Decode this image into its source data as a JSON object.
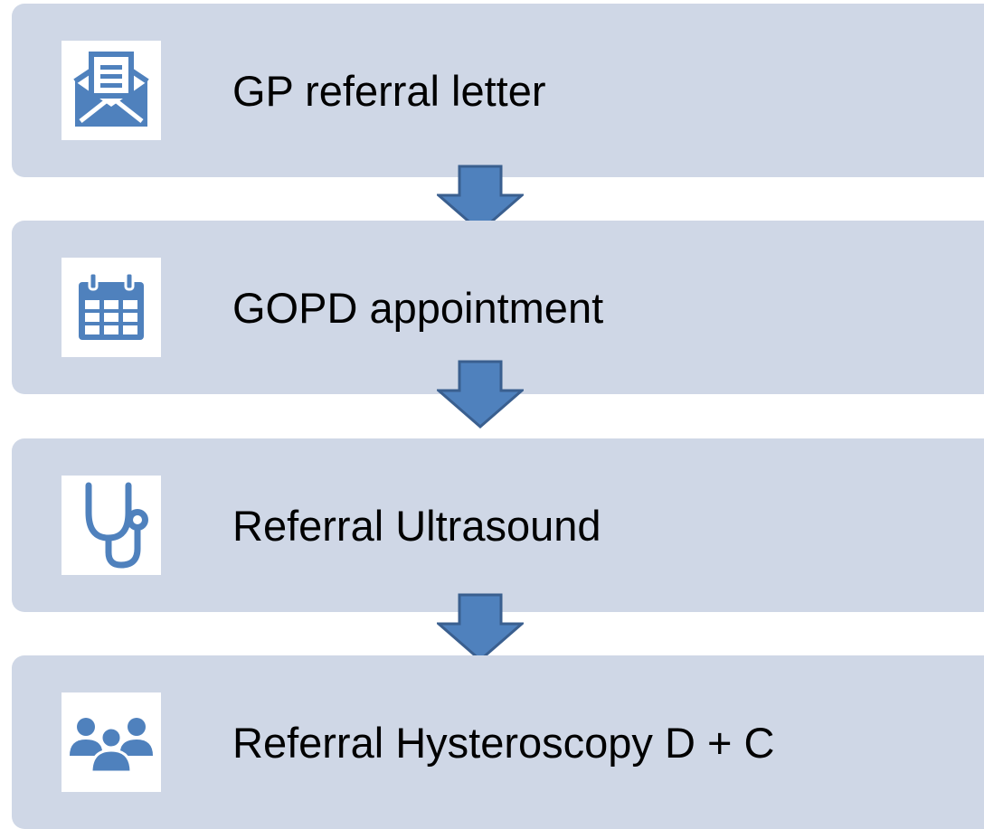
{
  "steps": [
    {
      "label": "GP referral letter",
      "icon": "envelope-letter-icon"
    },
    {
      "label": "GOPD appointment",
      "icon": "calendar-icon"
    },
    {
      "label": "Referral Ultrasound",
      "icon": "stethoscope-icon"
    },
    {
      "label": "Referral Hysteroscopy D + C",
      "icon": "group-icon"
    }
  ],
  "colors": {
    "box_fill": "#cfd7e6",
    "icon_blue": "#4f81bd",
    "arrow_fill": "#4f81bd",
    "arrow_stroke": "#3a5f8f"
  }
}
